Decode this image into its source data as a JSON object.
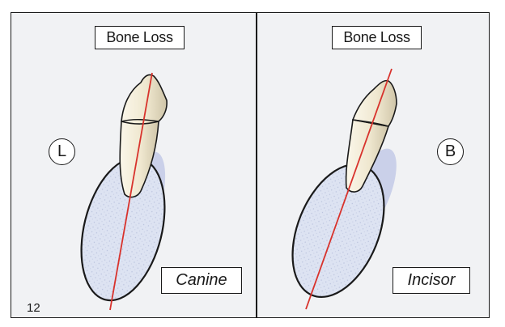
{
  "figure": {
    "panel_left": {
      "top_label": "Bone Loss",
      "side_label": "L",
      "tooth_label": "Canine"
    },
    "panel_right": {
      "top_label": "Bone Loss",
      "side_label": "B",
      "tooth_label": "Incisor"
    },
    "page_number": "12",
    "colors": {
      "axis_line": "#d8322c",
      "bone_fill": "#dde3f2",
      "shadow": "#c3cae6",
      "tooth_fill": "#efe7cf",
      "outline": "#1a1a1a"
    }
  }
}
